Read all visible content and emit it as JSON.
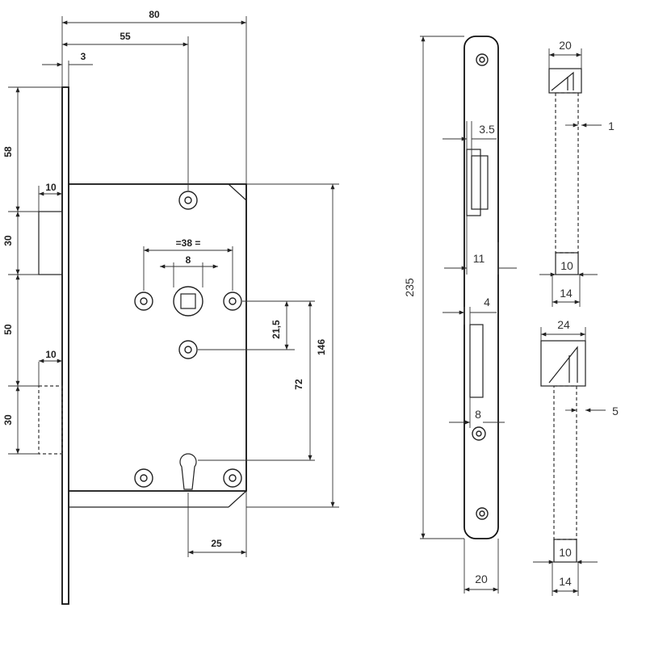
{
  "drawing": {
    "front_view": {
      "dim_width_total": "80",
      "dim_backset": "55",
      "dim_faceplate": "3",
      "dim_latch_offset": "58",
      "dim_latch_width": "10",
      "dim_latch_height": "30",
      "dim_spacing": "50",
      "dim_bolt_width": "10",
      "dim_bolt_height": "30",
      "dim_hole_spacing": "=38 =",
      "dim_spindle": "8",
      "dim_hole_offset": "21,5",
      "dim_distance": "72",
      "dim_body_height": "146",
      "dim_key_offset": "25"
    },
    "side_view": {
      "dim_plate_height": "235",
      "dim_latch_proj": "3.5",
      "dim_latch_depth": "11",
      "dim_bolt_proj": "4",
      "dim_bolt_depth": "8",
      "dim_plate_width": "20"
    },
    "latch_detail": {
      "dim_width": "20",
      "dim_gap": "1",
      "dim_inner": "10",
      "dim_outer": "14"
    },
    "bolt_detail": {
      "dim_width": "24",
      "dim_gap": "5",
      "dim_inner": "10",
      "dim_outer": "14"
    }
  }
}
